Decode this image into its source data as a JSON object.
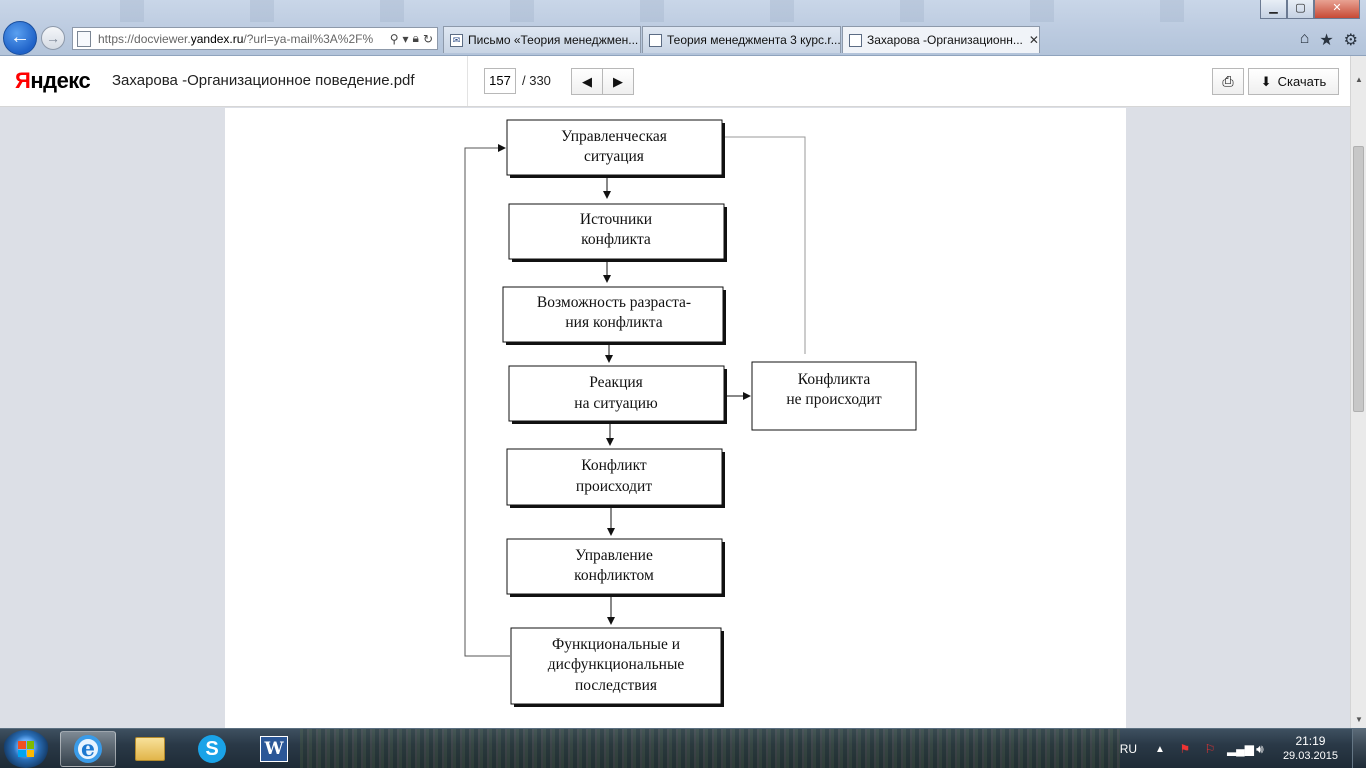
{
  "browser": {
    "address": {
      "url_host": "https://docviewer.",
      "url_domain": "yandex.ru",
      "url_rest": "/?url=ya-mail%3A%2F%",
      "search_icon": "magnifier-icon",
      "dropdown_icon": "chevron-down-icon",
      "lock_icon": "lock-icon",
      "refresh_icon": "refresh-icon"
    },
    "tabs": [
      {
        "label": "Письмо «Теория менеджмен...",
        "icon": "mail-icon",
        "active": false
      },
      {
        "label": "Теория менеджмента 3 курс.r...",
        "icon": "document-icon",
        "active": false
      },
      {
        "label": "Захарова -Организационн...",
        "icon": "document-icon",
        "active": true
      }
    ],
    "window_buttons": {
      "minimize": "▁",
      "maximize": "▢",
      "close": "✕"
    },
    "toolbar_icons": [
      "home-icon",
      "star-icon",
      "gear-icon"
    ]
  },
  "viewer": {
    "logo_first": "Я",
    "logo_rest": "ндекс",
    "document_title": "Захарова -Организационное поведение.pdf",
    "current_page": "157",
    "total_pages": "/ 330",
    "download_label": "Скачать"
  },
  "diagram": {
    "nodes": {
      "management_situation": [
        "Управленческая",
        "ситуация"
      ],
      "conflict_sources": [
        "Источники",
        "конфликта"
      ],
      "escalation_possibility": [
        "Возможность разраста-",
        "ния конфликта"
      ],
      "reaction": [
        "Реакция",
        "на ситуацию"
      ],
      "no_conflict": [
        "Конфликта",
        "не происходит"
      ],
      "conflict_occurs": [
        "Конфликт",
        "происходит"
      ],
      "conflict_management": [
        "Управление",
        "конфликтом"
      ],
      "consequences": [
        "Функциональные и",
        "дисфункциональные",
        "последствия"
      ]
    }
  },
  "taskbar": {
    "apps": [
      {
        "name": "internet-explorer",
        "active": true
      },
      {
        "name": "file-explorer",
        "active": false
      },
      {
        "name": "skype",
        "active": false
      },
      {
        "name": "microsoft-word",
        "active": false
      }
    ],
    "tray": {
      "language": "RU",
      "time": "21:19",
      "date": "29.03.2015"
    }
  }
}
